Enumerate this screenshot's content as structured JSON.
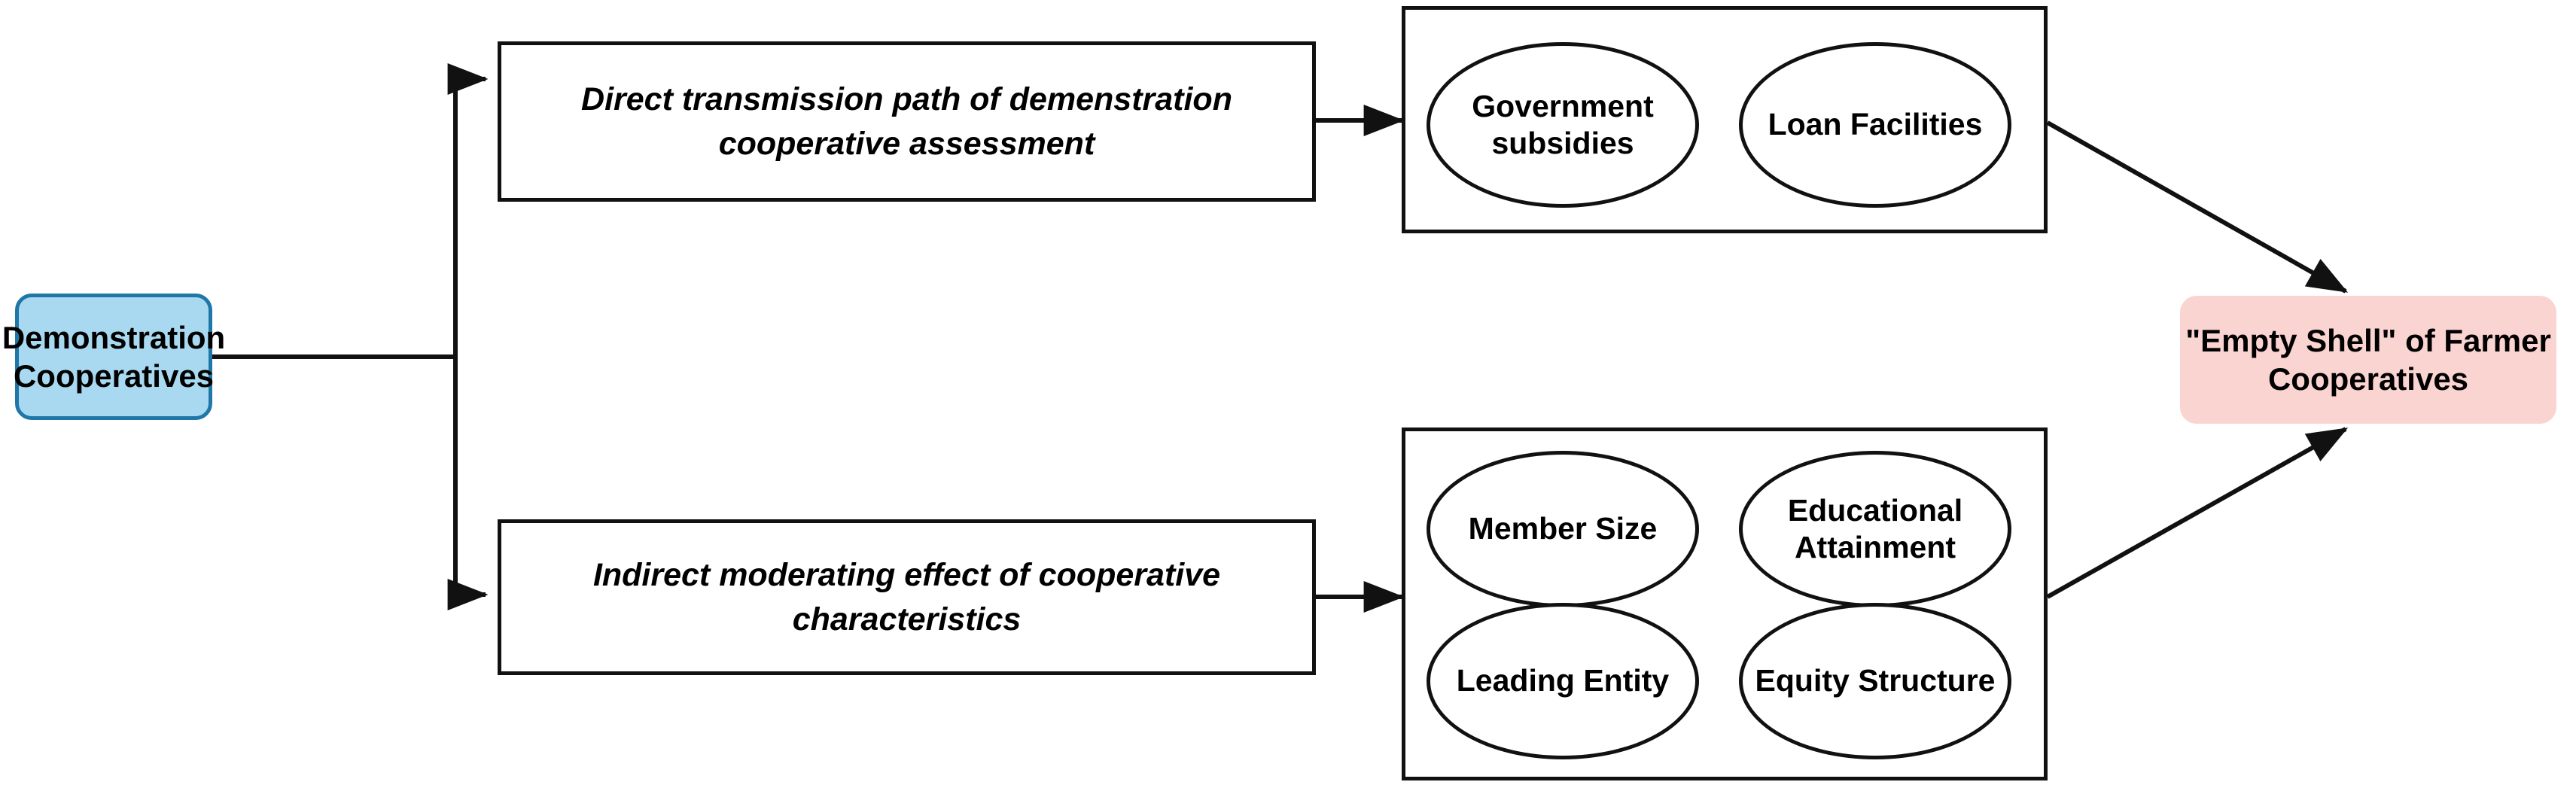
{
  "diagram": {
    "title": "Transmission paths from Demonstration Cooperatives to Empty Shell of Farmer Cooperatives",
    "colors": {
      "source_fill": "#a9d9f0",
      "source_border": "#1f77a8",
      "sink_fill": "#fad4d1",
      "box_border": "#111111",
      "background": "#ffffff"
    },
    "source": {
      "label": "Demonstration Cooperatives"
    },
    "paths": [
      {
        "id": "direct",
        "label": "Direct transmission path of demenstration cooperative assessment"
      },
      {
        "id": "indirect",
        "label": "Indirect moderating effect of cooperative characteristics"
      }
    ],
    "groups": [
      {
        "id": "direct-factors",
        "items": [
          {
            "label": "Government subsidies"
          },
          {
            "label": "Loan Facilities"
          }
        ]
      },
      {
        "id": "moderating-factors",
        "items": [
          {
            "label": "Member Size"
          },
          {
            "label": "Educational Attainment"
          },
          {
            "label": "Leading Entity"
          },
          {
            "label": "Equity Structure"
          }
        ]
      }
    ],
    "outcome": {
      "label": "\"Empty Shell\" of Farmer Cooperatives"
    }
  }
}
